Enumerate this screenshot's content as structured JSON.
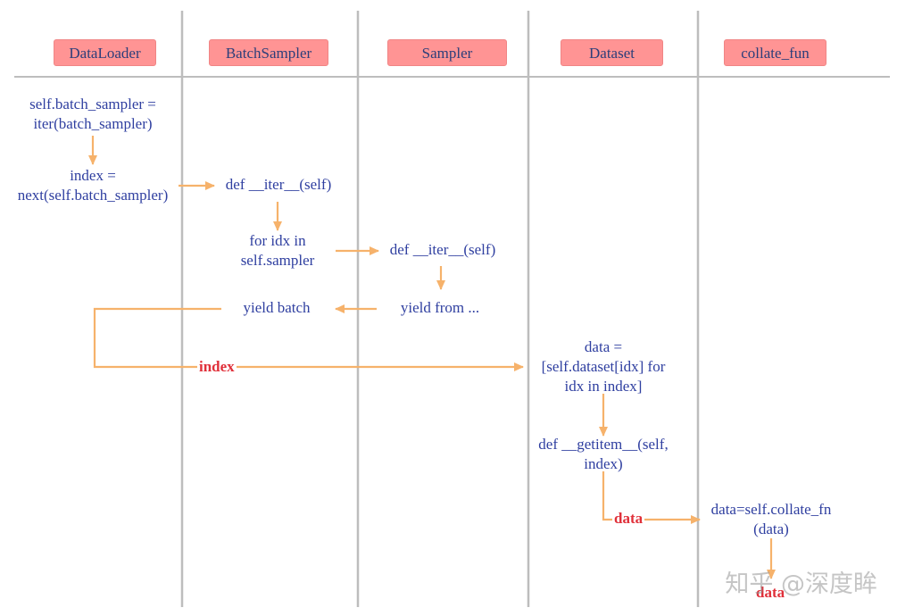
{
  "colors": {
    "header_fill": "#ff9494",
    "header_text": "#2c3e7a",
    "node_text": "#2f3fa0",
    "arrow": "#f6b26b",
    "arrow_label": "#e0303a",
    "lane_line": "#bdbdbd"
  },
  "lanes": [
    {
      "id": "dataloader",
      "label": "DataLoader"
    },
    {
      "id": "batchsampler",
      "label": "BatchSampler"
    },
    {
      "id": "sampler",
      "label": "Sampler"
    },
    {
      "id": "dataset",
      "label": "Dataset"
    },
    {
      "id": "collate",
      "label": "collate_fun"
    }
  ],
  "nodes": {
    "batch_sampler_iter": [
      "self.batch_sampler =",
      "iter(batch_sampler)"
    ],
    "next_batch": [
      "index =",
      "next(self.batch_sampler)"
    ],
    "bs_iter": [
      "def __iter__(self)"
    ],
    "for_idx": [
      "for idx in",
      "self.sampler"
    ],
    "sampler_iter": [
      "def __iter__(self)"
    ],
    "yield_batch": [
      "yield batch"
    ],
    "yield_from": [
      "yield from ..."
    ],
    "dataset_list": [
      "data =",
      "[self.dataset[idx] for",
      "idx in index]"
    ],
    "getitem": [
      "def __getitem__(self,",
      "index)"
    ],
    "collate_call": [
      "data=self.collate_fn",
      "(data)"
    ]
  },
  "arrow_labels": {
    "index": "index",
    "data_1": "data",
    "data_2": "data"
  },
  "watermark": "知乎 @深度眸"
}
